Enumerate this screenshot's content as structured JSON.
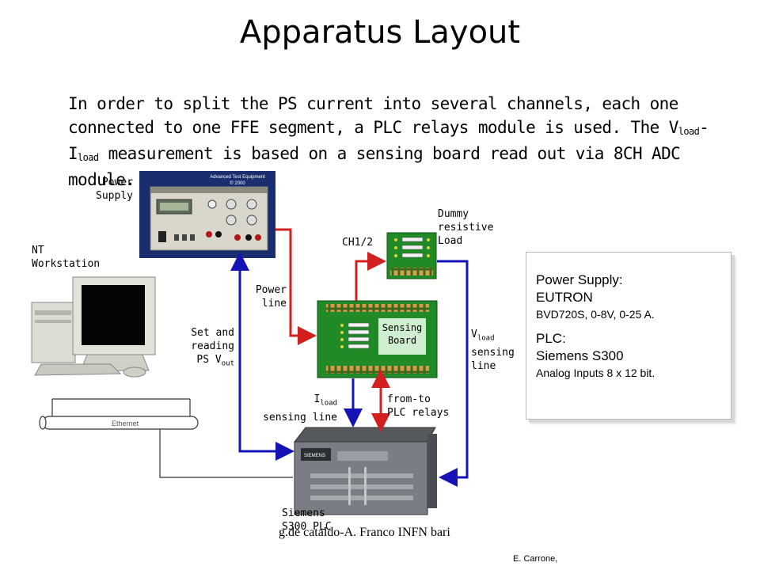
{
  "title": "Apparatus Layout",
  "intro": {
    "part1": "In order to split the PS current into several channels, each one connected to one FFE segment, a PLC relays module is used. The V",
    "sub1": "load",
    "part2": "-I",
    "sub2": "load",
    "part3": " measurement is based on a sensing board read out via 8CH ADC  module."
  },
  "labels": {
    "power_supply_1": "Power",
    "power_supply_2": "Supply",
    "ps_panel_brand": "Advanced Test Equipment",
    "ps_panel_year": "® 2000",
    "nt_workstation_1": "NT",
    "nt_workstation_2": "Workstation",
    "dummy_load_1": "Dummy",
    "dummy_load_2": "resistive",
    "dummy_load_3": "Load",
    "ch12": "CH1/2",
    "power_line_1": "Power",
    "power_line_2": "line",
    "set_reading_1": "Set and",
    "set_reading_2": "reading",
    "set_reading_3": "PS V",
    "set_reading_3_sub": "out",
    "sensing_board_1": "Sensing",
    "sensing_board_2": "Board",
    "vload_1": "V",
    "vload_1_sub": "load",
    "vload_2": "sensing",
    "vload_3": "line",
    "iload_1": "I",
    "iload_1_sub": "load",
    "iload_2": "sensing line",
    "from_to_1": "from-to",
    "from_to_2": "PLC relays",
    "ethernet": "Ethernet",
    "siemens_1": "Siemens",
    "siemens_2": "S300 PLC",
    "plc_brand": "SIEMENS"
  },
  "infobox": {
    "ps_heading": "Power Supply:",
    "ps_brand": "EUTRON",
    "ps_model": "BVD720S, 0-8V, 0-25 A.",
    "plc_heading": "PLC:",
    "plc_brand": "Siemens S300",
    "plc_detail": "Analog Inputs 8 x 12 bit."
  },
  "footer": {
    "credit": "g.de cataldo-A. Franco INFN bari",
    "author": "E. Carrone,"
  },
  "colors": {
    "red_line": "#d22020",
    "blue_line": "#1414b4",
    "board_green": "#1f8a26",
    "ps_panel": "#1a2d6e"
  }
}
